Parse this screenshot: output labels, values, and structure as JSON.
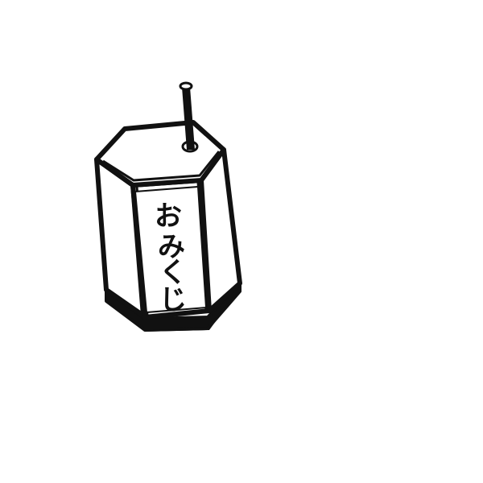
{
  "illustration": {
    "subject": "omikuji-box",
    "label_chars": [
      "お",
      "み",
      "く",
      "じ"
    ],
    "colors": {
      "line": "#111111",
      "fill": "#ffffff",
      "background": "#ffffff"
    }
  }
}
